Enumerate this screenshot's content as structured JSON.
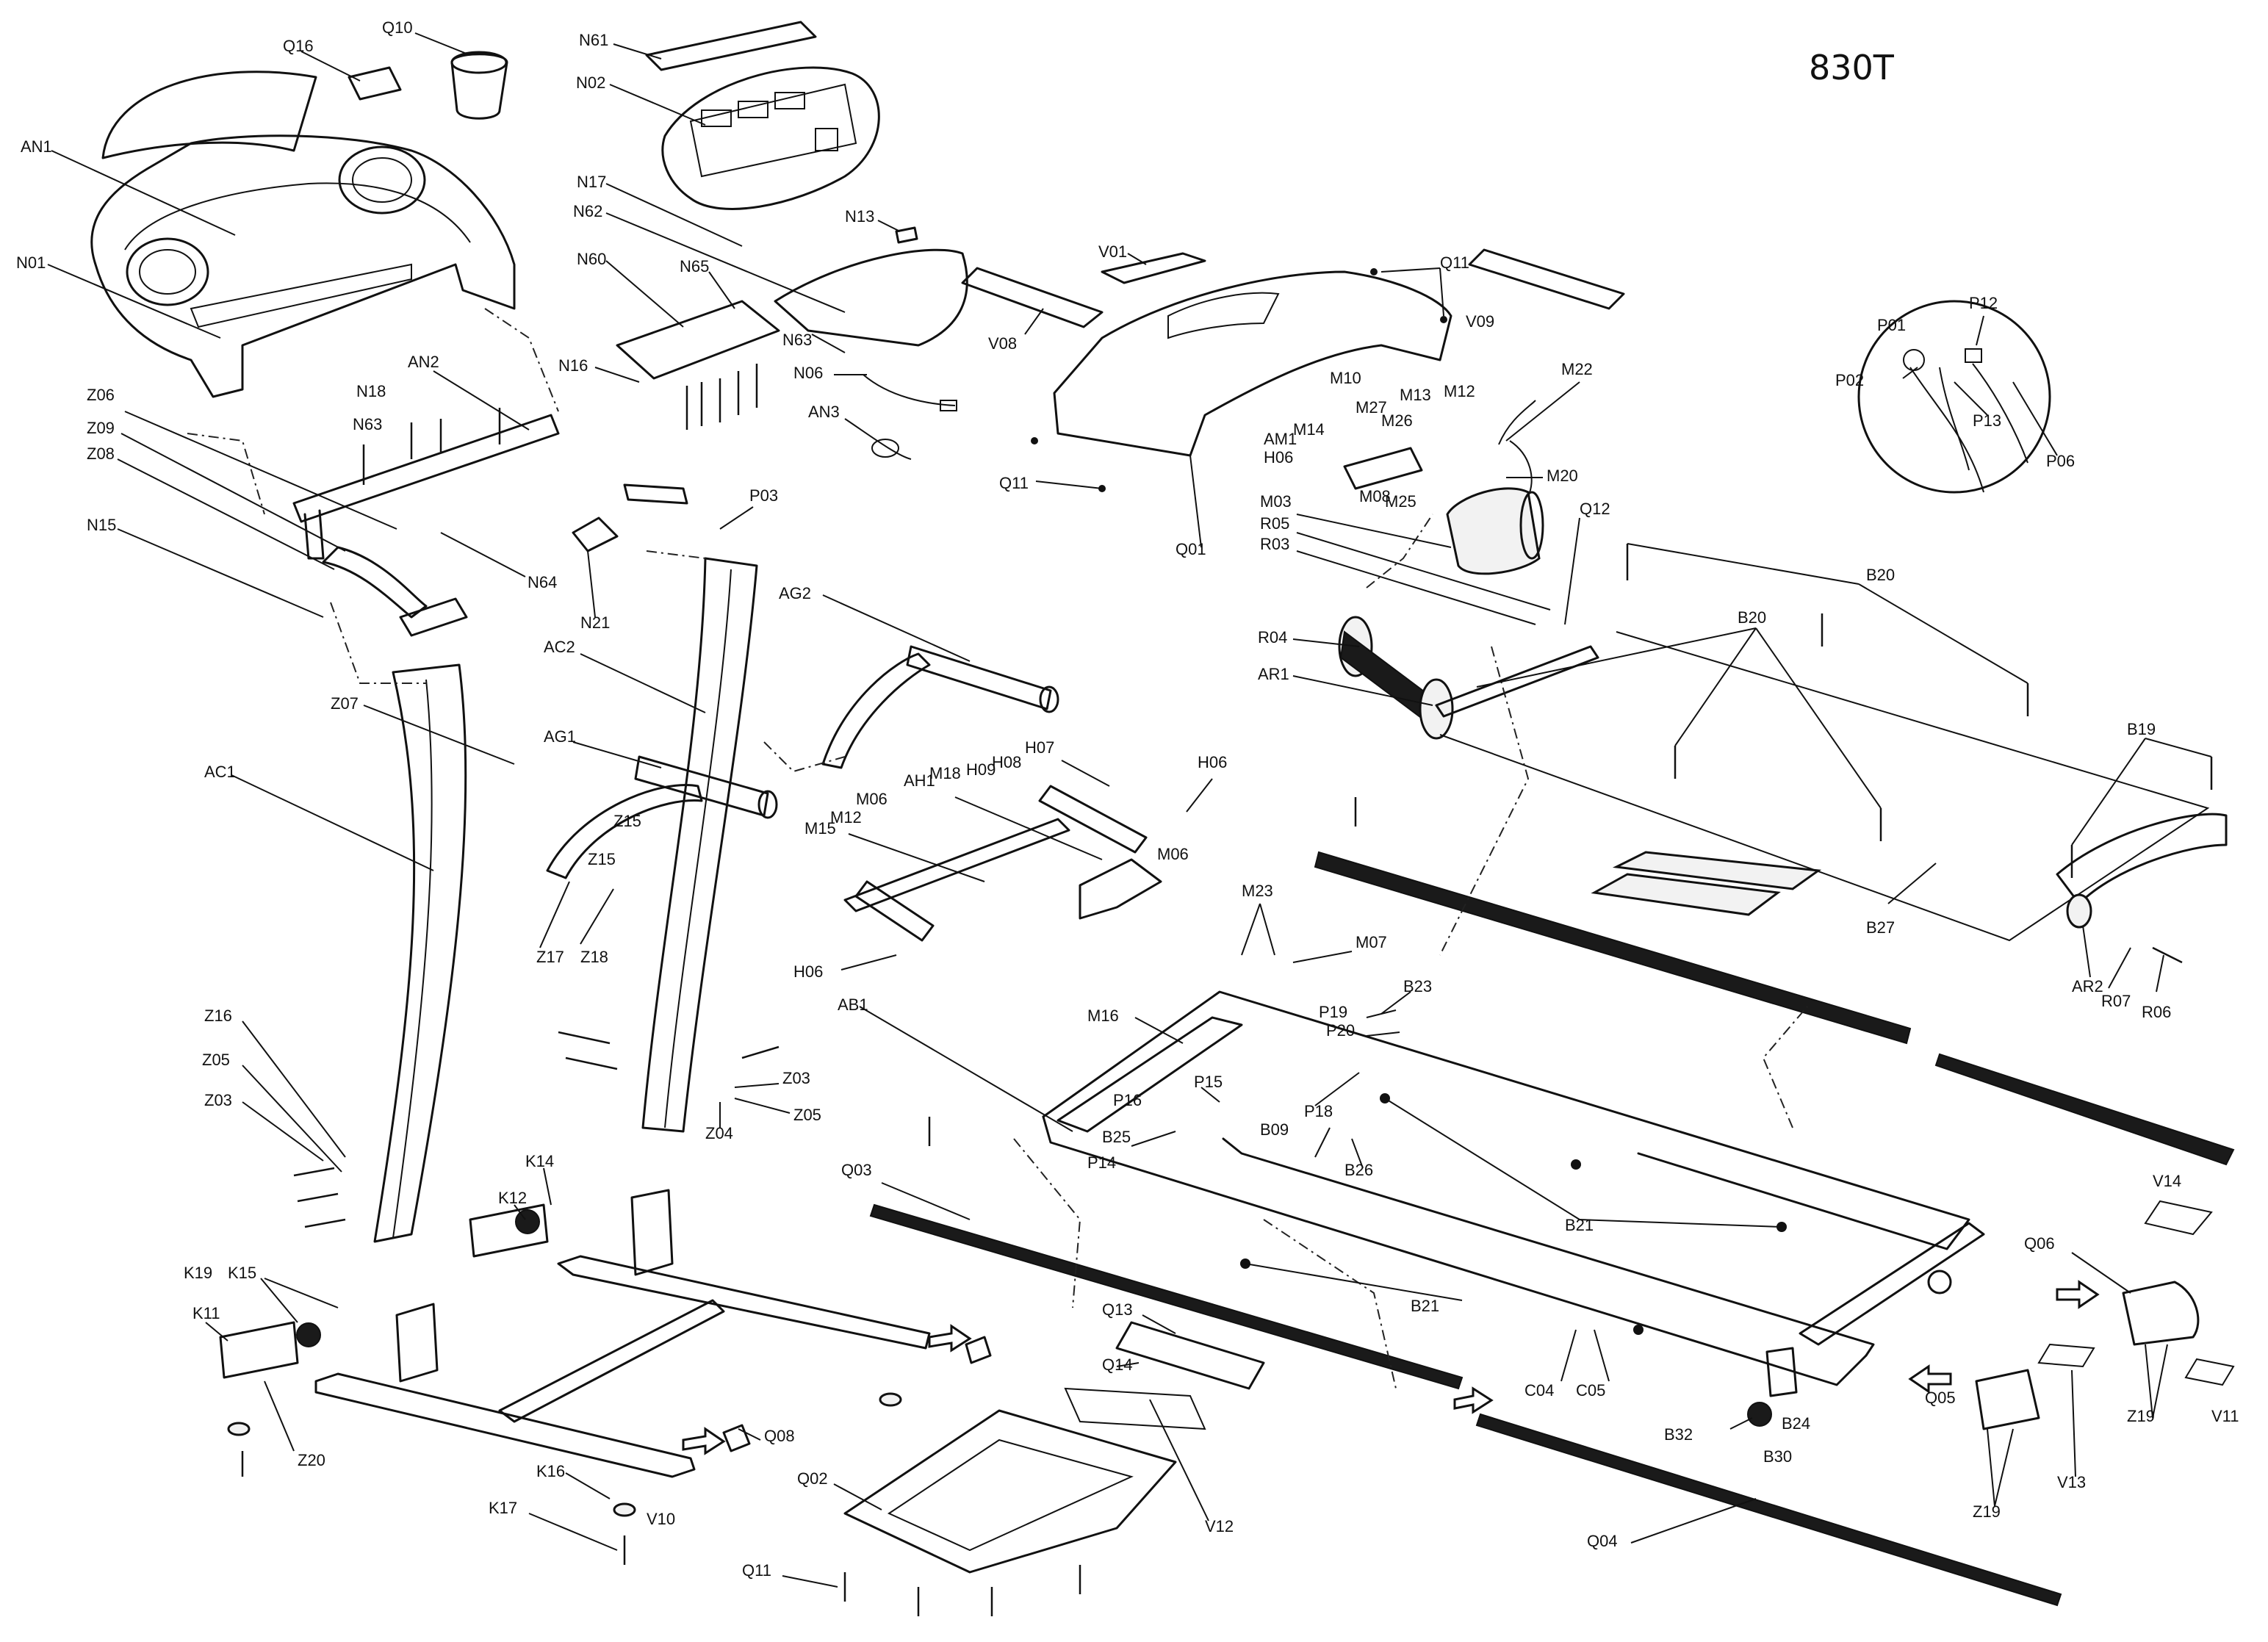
{
  "model": "830T",
  "labels": [
    {
      "id": "Q16",
      "text": "Q16"
    },
    {
      "id": "Q10",
      "text": "Q10"
    },
    {
      "id": "AN1",
      "text": "AN1"
    },
    {
      "id": "N01",
      "text": "N01"
    },
    {
      "id": "N61",
      "text": "N61"
    },
    {
      "id": "N02",
      "text": "N02"
    },
    {
      "id": "N17",
      "text": "N17"
    },
    {
      "id": "N62",
      "text": "N62"
    },
    {
      "id": "N13",
      "text": "N13"
    },
    {
      "id": "N60",
      "text": "N60"
    },
    {
      "id": "N65",
      "text": "N65"
    },
    {
      "id": "N63a",
      "text": "N63"
    },
    {
      "id": "N16",
      "text": "N16"
    },
    {
      "id": "N06",
      "text": "N06"
    },
    {
      "id": "AN3",
      "text": "AN3"
    },
    {
      "id": "AN2",
      "text": "AN2"
    },
    {
      "id": "N18",
      "text": "N18"
    },
    {
      "id": "N63b",
      "text": "N63"
    },
    {
      "id": "Z06",
      "text": "Z06"
    },
    {
      "id": "Z09",
      "text": "Z09"
    },
    {
      "id": "Z08",
      "text": "Z08"
    },
    {
      "id": "N15",
      "text": "N15"
    },
    {
      "id": "N64",
      "text": "N64"
    },
    {
      "id": "N21",
      "text": "N21"
    },
    {
      "id": "P03",
      "text": "P03"
    },
    {
      "id": "AG2",
      "text": "AG2"
    },
    {
      "id": "AC2",
      "text": "AC2"
    },
    {
      "id": "Z07",
      "text": "Z07"
    },
    {
      "id": "AG1",
      "text": "AG1"
    },
    {
      "id": "AC1",
      "text": "AC1"
    },
    {
      "id": "Z15a",
      "text": "Z15"
    },
    {
      "id": "Z15b",
      "text": "Z15"
    },
    {
      "id": "Z17",
      "text": "Z17"
    },
    {
      "id": "Z18",
      "text": "Z18"
    },
    {
      "id": "Z16",
      "text": "Z16"
    },
    {
      "id": "Z05a",
      "text": "Z05"
    },
    {
      "id": "Z03a",
      "text": "Z03"
    },
    {
      "id": "Z03b",
      "text": "Z03"
    },
    {
      "id": "Z04",
      "text": "Z04"
    },
    {
      "id": "Z05b",
      "text": "Z05"
    },
    {
      "id": "K14",
      "text": "K14"
    },
    {
      "id": "K12",
      "text": "K12"
    },
    {
      "id": "K19",
      "text": "K19"
    },
    {
      "id": "K15",
      "text": "K15"
    },
    {
      "id": "K11",
      "text": "K11"
    },
    {
      "id": "Z20",
      "text": "Z20"
    },
    {
      "id": "K16",
      "text": "K16"
    },
    {
      "id": "K17",
      "text": "K17"
    },
    {
      "id": "V10",
      "text": "V10"
    },
    {
      "id": "Q08",
      "text": "Q08"
    },
    {
      "id": "Q02",
      "text": "Q02"
    },
    {
      "id": "Q11a",
      "text": "Q11"
    },
    {
      "id": "Q03",
      "text": "Q03"
    },
    {
      "id": "Q13",
      "text": "Q13"
    },
    {
      "id": "Q14",
      "text": "Q14"
    },
    {
      "id": "V12",
      "text": "V12"
    },
    {
      "id": "V01",
      "text": "V01"
    },
    {
      "id": "V08",
      "text": "V08"
    },
    {
      "id": "Q11b",
      "text": "Q11"
    },
    {
      "id": "Q11c",
      "text": "Q11"
    },
    {
      "id": "V09",
      "text": "V09"
    },
    {
      "id": "Q01",
      "text": "Q01"
    },
    {
      "id": "M10",
      "text": "M10"
    },
    {
      "id": "M27",
      "text": "M27"
    },
    {
      "id": "M13",
      "text": "M13"
    },
    {
      "id": "M12a",
      "text": "M12"
    },
    {
      "id": "M22",
      "text": "M22"
    },
    {
      "id": "AM1",
      "text": "AM1"
    },
    {
      "id": "M14",
      "text": "M14"
    },
    {
      "id": "M26",
      "text": "M26"
    },
    {
      "id": "H06a",
      "text": "H06"
    },
    {
      "id": "M08",
      "text": "M08"
    },
    {
      "id": "M25",
      "text": "M25"
    },
    {
      "id": "M20",
      "text": "M20"
    },
    {
      "id": "M03",
      "text": "M03"
    },
    {
      "id": "R05",
      "text": "R05"
    },
    {
      "id": "R03",
      "text": "R03"
    },
    {
      "id": "Q12",
      "text": "Q12"
    },
    {
      "id": "R04",
      "text": "R04"
    },
    {
      "id": "AR1",
      "text": "AR1"
    },
    {
      "id": "B20a",
      "text": "B20"
    },
    {
      "id": "B20b",
      "text": "B20"
    },
    {
      "id": "B19",
      "text": "B19"
    },
    {
      "id": "B27",
      "text": "B27"
    },
    {
      "id": "AR2",
      "text": "AR2"
    },
    {
      "id": "R07",
      "text": "R07"
    },
    {
      "id": "R06",
      "text": "R06"
    },
    {
      "id": "H07",
      "text": "H07"
    },
    {
      "id": "H06b",
      "text": "H06"
    },
    {
      "id": "AH1",
      "text": "AH1"
    },
    {
      "id": "M18",
      "text": "M18"
    },
    {
      "id": "H09",
      "text": "H09"
    },
    {
      "id": "H08",
      "text": "H08"
    },
    {
      "id": "M06a",
      "text": "M06"
    },
    {
      "id": "M12b",
      "text": "M12"
    },
    {
      "id": "M15",
      "text": "M15"
    },
    {
      "id": "M06b",
      "text": "M06"
    },
    {
      "id": "H06c",
      "text": "H06"
    },
    {
      "id": "M23",
      "text": "M23"
    },
    {
      "id": "M07",
      "text": "M07"
    },
    {
      "id": "AB1",
      "text": "AB1"
    },
    {
      "id": "M16",
      "text": "M16"
    },
    {
      "id": "P19",
      "text": "P19"
    },
    {
      "id": "P20",
      "text": "P20"
    },
    {
      "id": "B23",
      "text": "B23"
    },
    {
      "id": "P15",
      "text": "P15"
    },
    {
      "id": "P16",
      "text": "P16"
    },
    {
      "id": "P18",
      "text": "P18"
    },
    {
      "id": "B25",
      "text": "B25"
    },
    {
      "id": "P14",
      "text": "P14"
    },
    {
      "id": "B09",
      "text": "B09"
    },
    {
      "id": "B26",
      "text": "B26"
    },
    {
      "id": "B21a",
      "text": "B21"
    },
    {
      "id": "B21b",
      "text": "B21"
    },
    {
      "id": "C04",
      "text": "C04"
    },
    {
      "id": "C05",
      "text": "C05"
    },
    {
      "id": "B24",
      "text": "B24"
    },
    {
      "id": "B32",
      "text": "B32"
    },
    {
      "id": "B30",
      "text": "B30"
    },
    {
      "id": "Q04",
      "text": "Q04"
    },
    {
      "id": "V14",
      "text": "V14"
    },
    {
      "id": "Q06",
      "text": "Q06"
    },
    {
      "id": "Z19a",
      "text": "Z19"
    },
    {
      "id": "V11",
      "text": "V11"
    },
    {
      "id": "Q05",
      "text": "Q05"
    },
    {
      "id": "Z19b",
      "text": "Z19"
    },
    {
      "id": "V13",
      "text": "V13"
    },
    {
      "id": "P12",
      "text": "P12"
    },
    {
      "id": "P01",
      "text": "P01"
    },
    {
      "id": "P02",
      "text": "P02"
    },
    {
      "id": "P13",
      "text": "P13"
    },
    {
      "id": "P06",
      "text": "P06"
    }
  ]
}
